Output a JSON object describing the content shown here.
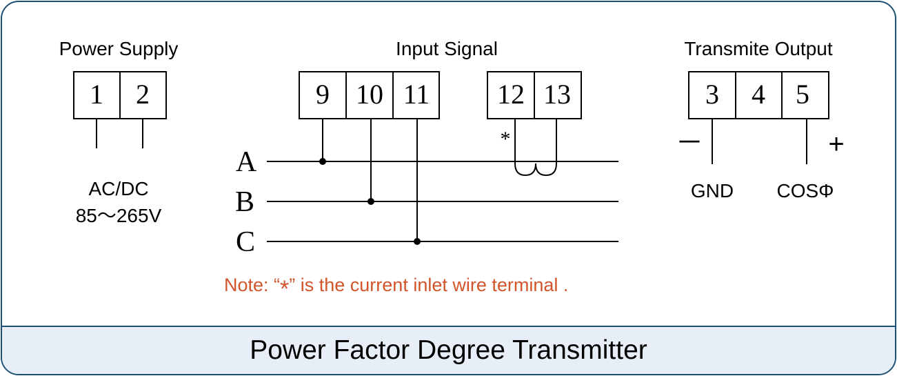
{
  "title": "Power Factor Degree Transmitter",
  "power_supply": {
    "heading": "Power Supply",
    "terminals": [
      "1",
      "2"
    ],
    "voltage_type": "AC/DC",
    "voltage_range": "85～265V"
  },
  "input_signal": {
    "heading": "Input Signal",
    "voltage_terminals": [
      "9",
      "10",
      "11"
    ],
    "current_terminals": [
      "12",
      "13"
    ],
    "current_marker": "*",
    "phases": [
      "A",
      "B",
      "C"
    ]
  },
  "transmit_output": {
    "heading": "Transmite Output",
    "terminals": [
      "3",
      "4",
      "5"
    ],
    "minus_sign": "－",
    "plus_sign": "+",
    "gnd_label": "GND",
    "cos_label": "COSΦ"
  },
  "note": {
    "prefix": "Note: “",
    "marker": "*",
    "suffix": "” is  the current inlet wire terminal ."
  },
  "colors": {
    "frame": "#1e4f73",
    "footer_bg": "#e7eef8",
    "note": "#d2542a",
    "line": "#000000"
  }
}
